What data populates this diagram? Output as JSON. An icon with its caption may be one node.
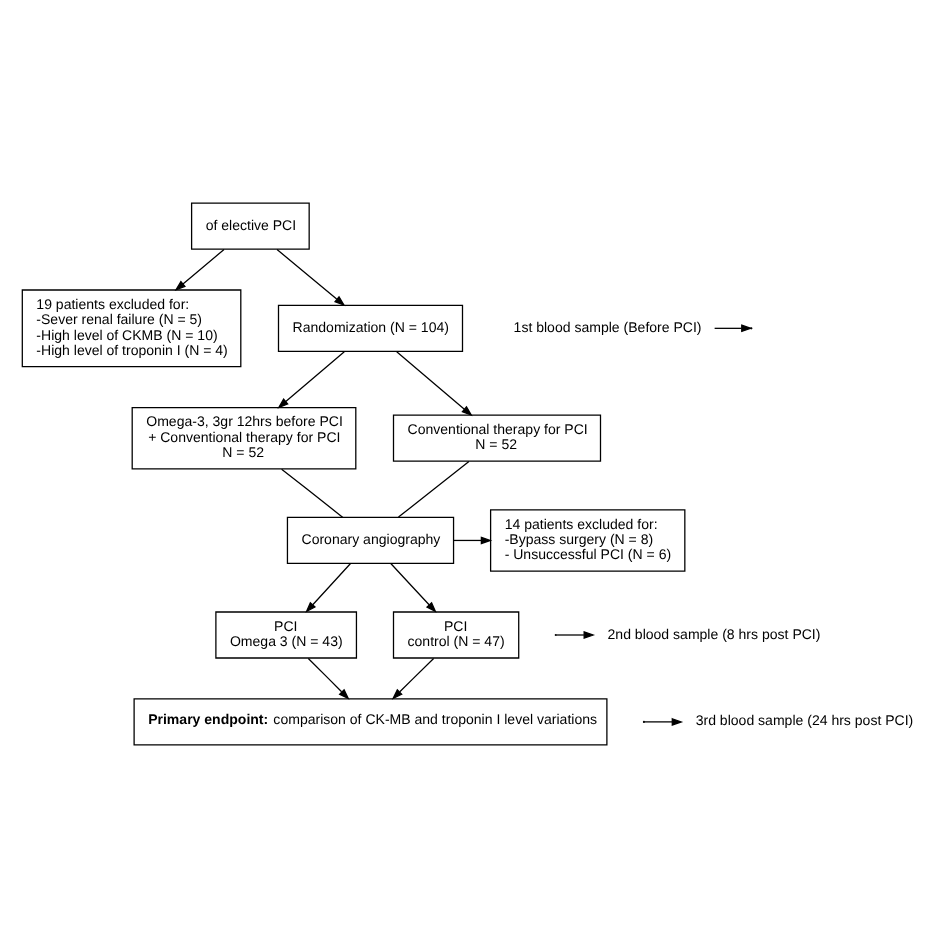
{
  "diagram": {
    "nodes": [
      {
        "text": [
          "of elective PCI"
        ]
      },
      {
        "text": [
          "19 patients excluded for:",
          "-Sever renal failure (N = 5)",
          "-High level of CKMB (N = 10)",
          "-High level of troponin I (N = 4)"
        ]
      },
      {
        "text": [
          "Randomization (N = 104)"
        ]
      },
      {
        "text": [
          "Omega-3, 3gr 12hrs before PCI",
          "+ Conventional therapy for PCI",
          "N = 52"
        ]
      },
      {
        "text": [
          "Conventional therapy for PCI",
          "N = 52"
        ]
      },
      {
        "text": [
          "Coronary angiography"
        ]
      },
      {
        "text": [
          "14 patients excluded for:",
          "-Bypass surgery (N = 8)",
          "- Unsuccessful PCI (N = 6)"
        ]
      },
      {
        "text": [
          "PCI",
          "Omega 3 (N = 43)"
        ]
      },
      {
        "text": [
          "PCI",
          "control (N = 47)"
        ]
      },
      {
        "text": [
          "**Primary endpoint:** comparison of CK-MB and troponin I level variations"
        ]
      },
      {
        "text": [
          "1st blood sample (Before PCI)"
        ]
      },
      {
        "text": [
          "2nd blood sample (8 hrs post PCI)"
        ]
      },
      {
        "text": [
          "3rd blood sample (24 hrs post PCI)"
        ]
      }
    ],
    "edges": [
      {
        "from": 0,
        "to": 2,
        "arrow": "to"
      },
      {
        "from": 0,
        "to": 1,
        "arrow": "to"
      },
      {
        "from": 2,
        "to": 3,
        "arrow": "to"
      },
      {
        "from": 2,
        "to": 4,
        "arrow": "to"
      },
      {
        "from": 10,
        "to": null,
        "arrow": "to"
      },
      {
        "from": 3,
        "to": 5,
        "arrow": "none"
      },
      {
        "from": 4,
        "to": 5,
        "arrow": "none"
      },
      {
        "from": 5,
        "to": 6,
        "arrow": "to"
      },
      {
        "from": 5,
        "to": 7,
        "arrow": "to"
      },
      {
        "from": 5,
        "to": 8,
        "arrow": "to"
      },
      {
        "from": null,
        "to": 11,
        "arrow": "to"
      },
      {
        "from": null,
        "to": 12,
        "arrow": "to"
      },
      {
        "from": 7,
        "to": 9,
        "arrow": "to"
      },
      {
        "from": 8,
        "to": 9,
        "arrow": "to"
      }
    ]
  }
}
